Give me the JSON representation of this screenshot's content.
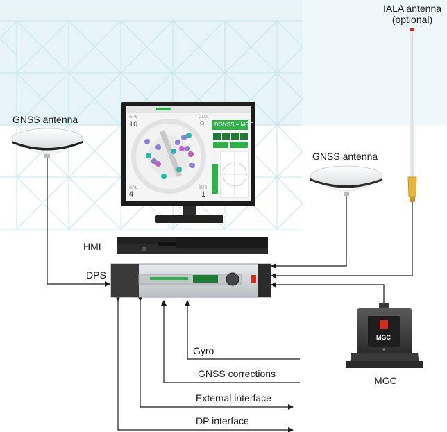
{
  "labels": {
    "iala_antenna_line1": "IALA antenna",
    "iala_antenna_line2": "(optional)",
    "gnss_antenna_left": "GNSS antenna",
    "gnss_antenna_right": "GNSS antenna",
    "hmi": "HMI",
    "dps": "DPS",
    "mgc": "MGC",
    "gyro": "Gyro",
    "gnss_corrections": "GNSS corrections",
    "external_interface": "External interface",
    "dp_interface": "DP interface"
  },
  "screen": {
    "title_button": "DGNSS + MGC",
    "quad_gps": "GPS",
    "quad_glo": "GLO",
    "quad_gal": "GAL",
    "quad_bds": "BDS",
    "count_gps": "10",
    "count_glo": "9",
    "count_gal": "4",
    "count_bds": "1"
  },
  "device": {
    "mgc_badge": "MGC"
  },
  "colors": {
    "grid_top": "#e3f2f5",
    "grid_line": "#bfe3ea",
    "arrow": "#1a1a1a",
    "device_dark": "#2e2e2e",
    "screen_green": "#2fb04a",
    "brand_red": "#d42a1f",
    "antenna_yellow": "#e8b43a"
  }
}
